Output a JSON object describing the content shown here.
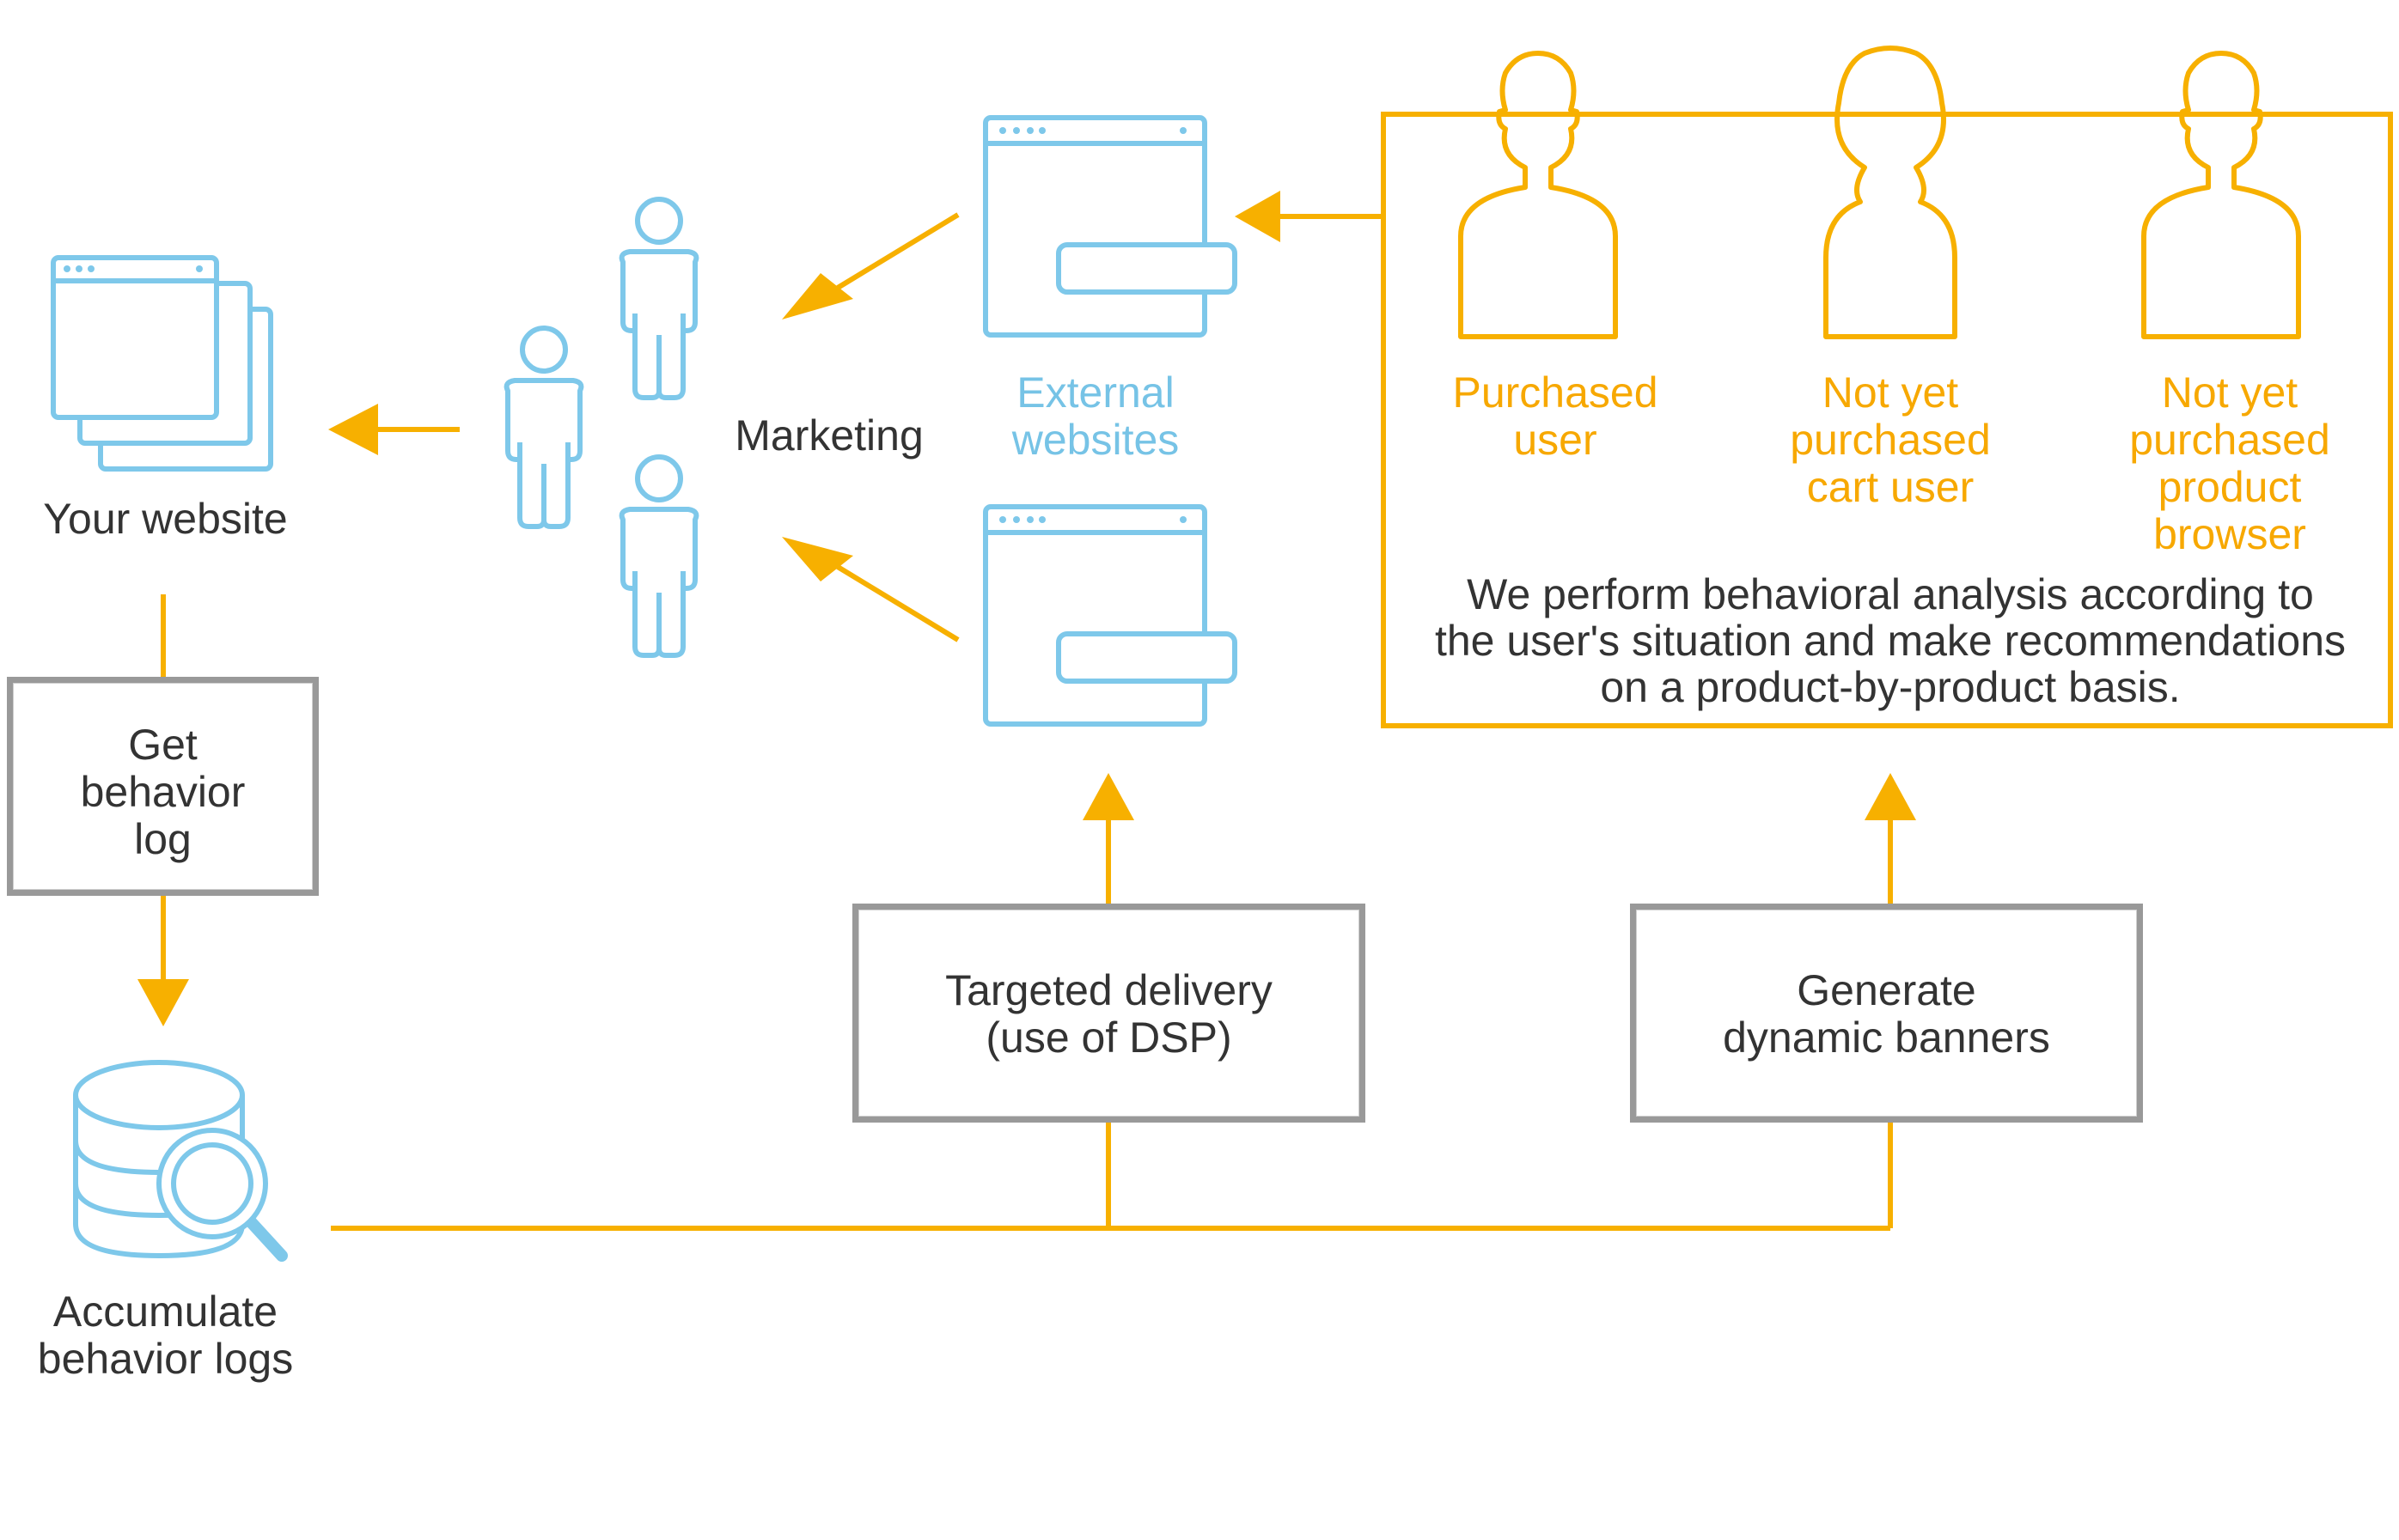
{
  "nodes": {
    "your_website": "Your website",
    "get_behavior_log": "Get\nbehavior\nlog",
    "accumulate_logs": "Accumulate\nbehavior logs",
    "marketing": "Marketing",
    "external_websites": "External\nwebsites",
    "targeted_delivery": "Targeted delivery\n(use of DSP)",
    "generate_banners": "Generate\ndynamic banners"
  },
  "segments": {
    "purchased_user": "Purchased\nuser",
    "cart_user": "Not yet\npurchased\ncart user",
    "product_browser": "Not yet\npurchased\nproduct\nbrowser",
    "analysis_note": "We perform behavioral analysis according to\nthe user's situation and make recommendations\non a product-by-product basis."
  },
  "colors": {
    "accent_orange": "#f7a800",
    "icon_blue": "#7ec8ea",
    "box_gray": "#999999",
    "text_dark": "#333333"
  },
  "icons": [
    "browser-stack-icon",
    "database-search-icon",
    "person-icon",
    "browser-banner-icon",
    "user-silhouette-icon"
  ]
}
